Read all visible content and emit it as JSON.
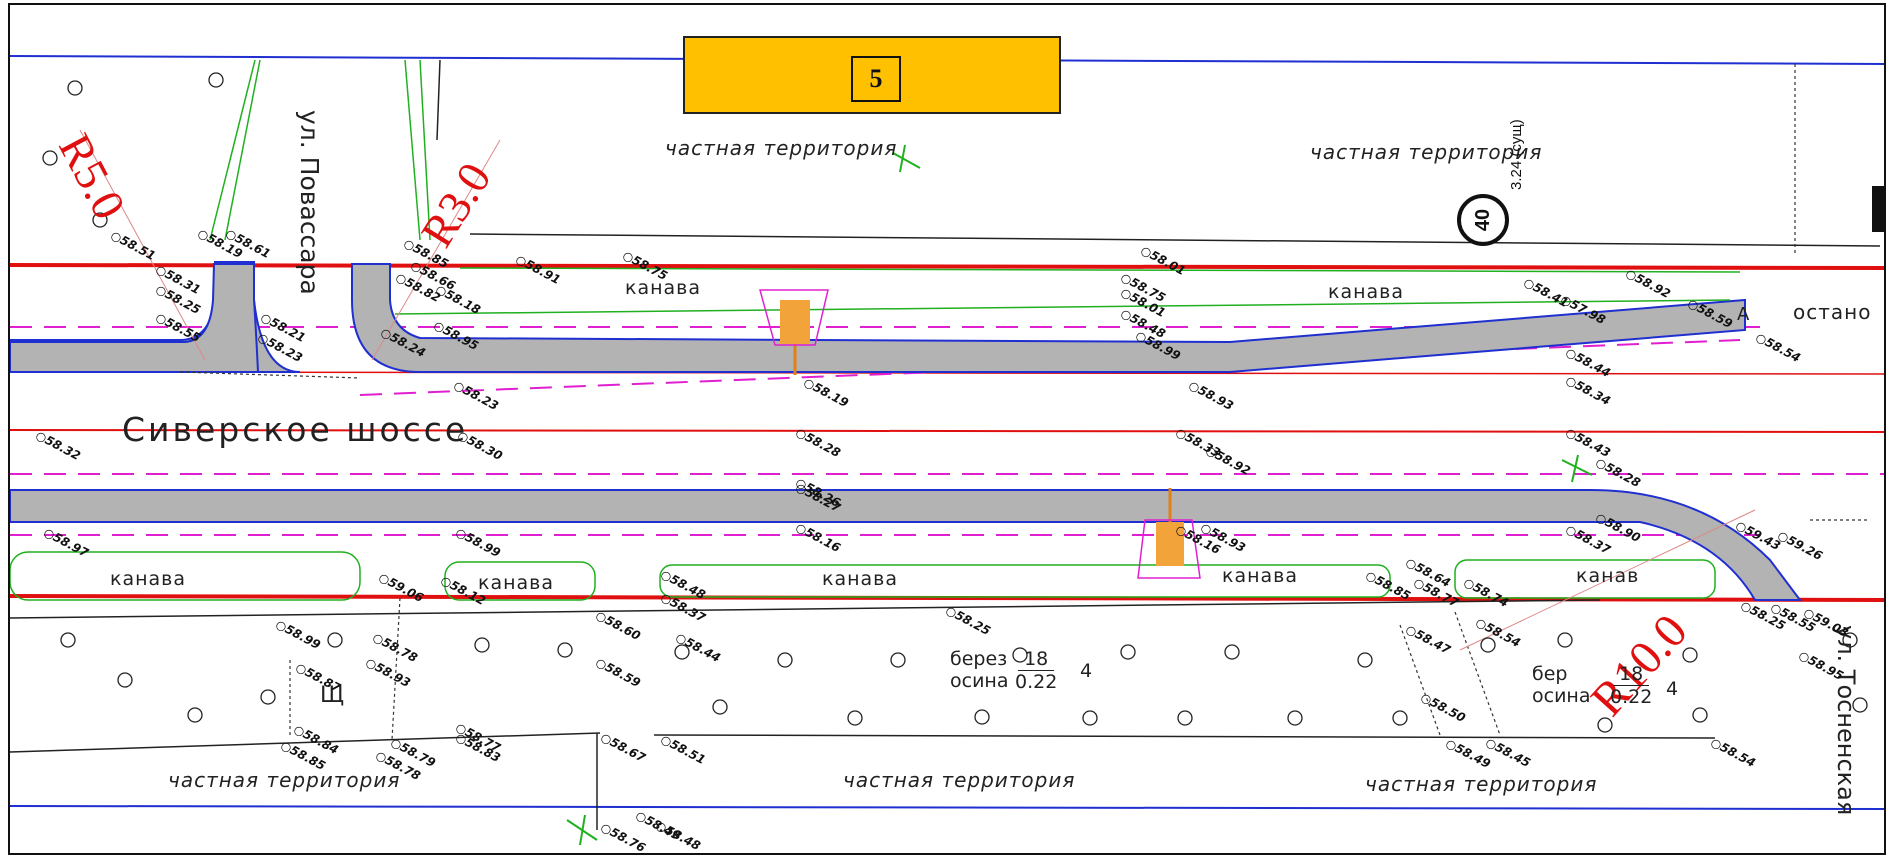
{
  "sheet": {
    "number": "5"
  },
  "labels": {
    "private_top_1": "частная территория",
    "private_top_2": "частная территория",
    "private_bottom_1": "частная территория",
    "private_bottom_2": "частная территория",
    "private_bottom_3": "частная территория",
    "ditch_top_1": "канава",
    "ditch_top_2": "канава",
    "ditch_bottom_1": "канава",
    "ditch_bottom_2": "канава",
    "ditch_bottom_3": "канава",
    "ditch_bottom_4": "канава",
    "ditch_bottom_5": "канав",
    "highway": "Сиверское шоссе",
    "street_povassara": "ул. Поваcсара",
    "street_tosnenskaya": "ул. Тосненская",
    "bus_stop": "остано",
    "bus_stop_marker": "А",
    "shed": "Щ"
  },
  "radii": {
    "r1": "R5.0",
    "r2": "R3.0",
    "r3": "R10.0"
  },
  "trees": {
    "t1_species_1": "берез",
    "t1_species_2": "осина",
    "t1_num": "18",
    "t1_den": "0.22",
    "t1_count": "4",
    "t2_species_1": "бер",
    "t2_species_2": "осина",
    "t2_num": "18",
    "t2_den": "0.22",
    "t2_count": "4"
  },
  "speed_sign": {
    "value": "40",
    "note": "3.24 (сущ)"
  },
  "elevations": [
    "58.51",
    "58.19",
    "58.61",
    "58.31",
    "58.25",
    "58.55",
    "58.21",
    "58.23",
    "58.85",
    "58.82",
    "58.18",
    "58.66",
    "58.95",
    "58.24",
    "58.91",
    "58.75",
    "58.01",
    "58.01",
    "58.48",
    "58.99",
    "58.75",
    "58.41",
    "58.92",
    "57.98",
    "58.59",
    "58.54",
    "58.44",
    "58.34",
    "58.28",
    "58.23",
    "58.32",
    "58.30",
    "58.26",
    "58.33",
    "58.43",
    "58.27",
    "58.16",
    "58.16",
    "58.37",
    "58.97",
    "58.99",
    "59.06",
    "58.12",
    "58.48",
    "58.37",
    "58.60",
    "58.44",
    "58.59",
    "58.25",
    "58.85",
    "58.64",
    "58.77",
    "58.74",
    "58.54",
    "58.47",
    "58.50",
    "58.49",
    "58.45",
    "58.54",
    "59.43",
    "59.26",
    "58.25",
    "58.55",
    "59.03",
    "58.95",
    "58.99",
    "58.87",
    "58.78",
    "58.93",
    "58.84",
    "58.85",
    "58.78",
    "58.79",
    "58.77",
    "58.83",
    "58.67",
    "58.51",
    "58.76",
    "58.49",
    "58.48",
    "58.19",
    "58.93",
    "58.28",
    "58.90",
    "58.93",
    "58.92"
  ]
}
